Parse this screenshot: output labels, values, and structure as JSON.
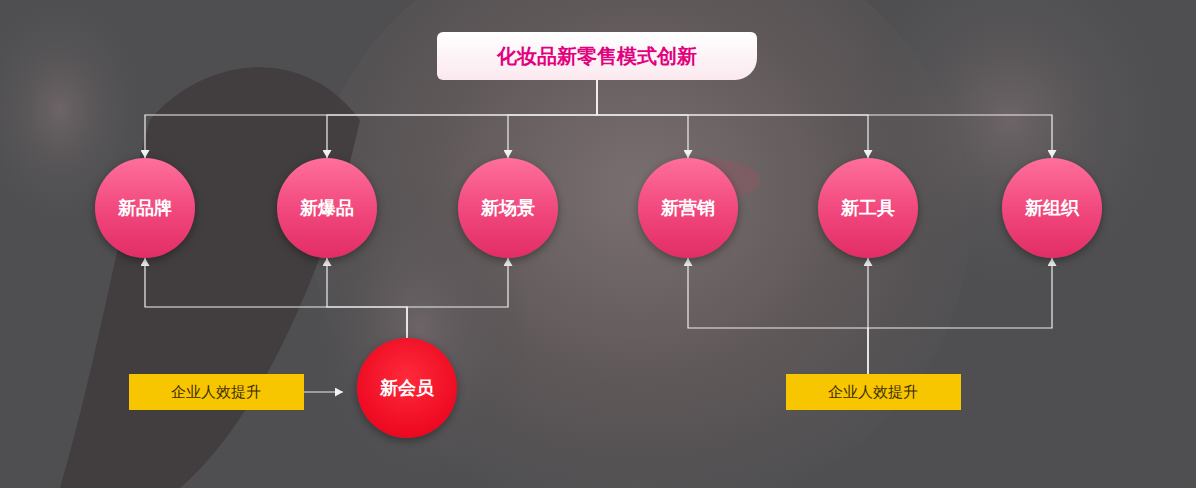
{
  "diagram": {
    "nodes": [
      {
        "text": [
          "化妆品新零售模式创新"
        ]
      },
      {
        "text": [
          "新品牌"
        ]
      },
      {
        "text": [
          "新爆品"
        ]
      },
      {
        "text": [
          "新场景"
        ]
      },
      {
        "text": [
          "新营销"
        ]
      },
      {
        "text": [
          "新工具"
        ]
      },
      {
        "text": [
          "新组织"
        ]
      },
      {
        "text": [
          "企业人效提升"
        ]
      },
      {
        "text": [
          "新会员"
        ]
      },
      {
        "text": [
          "企业人效提升"
        ]
      }
    ],
    "edges": [
      {
        "from": 0,
        "to": 1,
        "arrow": "to"
      },
      {
        "from": 0,
        "to": 2,
        "arrow": "to"
      },
      {
        "from": 0,
        "to": 3,
        "arrow": "to"
      },
      {
        "from": 0,
        "to": 4,
        "arrow": "to"
      },
      {
        "from": 0,
        "to": 5,
        "arrow": "to"
      },
      {
        "from": 0,
        "to": 6,
        "arrow": "to"
      },
      {
        "from": 8,
        "to": 1,
        "arrow": "to"
      },
      {
        "from": 8,
        "to": 2,
        "arrow": "to"
      },
      {
        "from": 8,
        "to": 3,
        "arrow": "to"
      },
      {
        "from": 7,
        "to": 8,
        "arrow": "to"
      },
      {
        "from": 9,
        "to": 4,
        "arrow": "to"
      },
      {
        "from": 9,
        "to": 5,
        "arrow": "to"
      },
      {
        "from": 9,
        "to": 6,
        "arrow": "to"
      }
    ]
  }
}
